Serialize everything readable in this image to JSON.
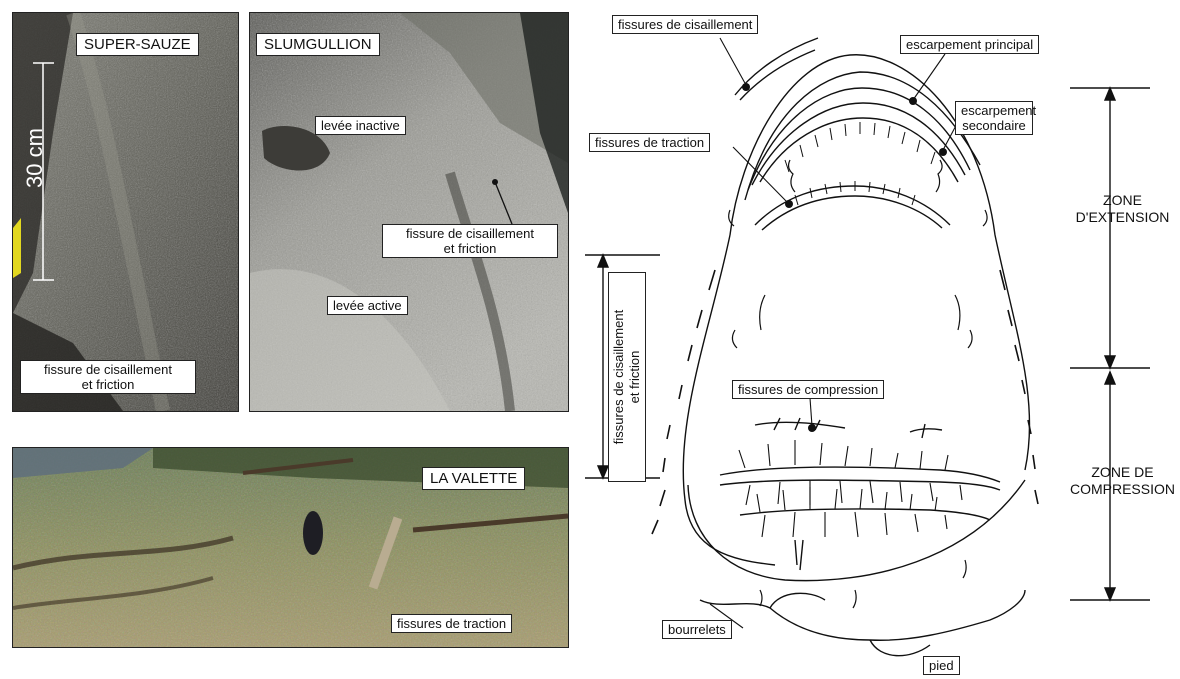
{
  "photos": {
    "super_sauze": {
      "title": "SUPER-SAUZE",
      "scale": "30 cm",
      "crack": [
        "fissure de cisaillement",
        "et friction"
      ]
    },
    "slumgullion": {
      "title": "SLUMGULLION",
      "inactive": "levée inactive",
      "crack": [
        "fissure de cisaillement",
        "et friction"
      ],
      "active": "levée active"
    },
    "la_valette": {
      "title": "LA VALETTE",
      "crack": "fissures de traction"
    }
  },
  "diagram": {
    "shear_cracks": "fissures de cisaillement",
    "main_scarp": "escarpement principal",
    "secondary_scarp": [
      "escarpement",
      "secondaire"
    ],
    "tension_cracks": "fissures de traction",
    "lateral_cracks": [
      "fissures de cisaillement",
      "et friction"
    ],
    "compression_cracks": "fissures de compression",
    "extension_zone": [
      "ZONE",
      "D'EXTENSION"
    ],
    "compression_zone": [
      "ZONE DE",
      "COMPRESSION"
    ],
    "bulges": "bourrelets",
    "toe": "pied"
  }
}
